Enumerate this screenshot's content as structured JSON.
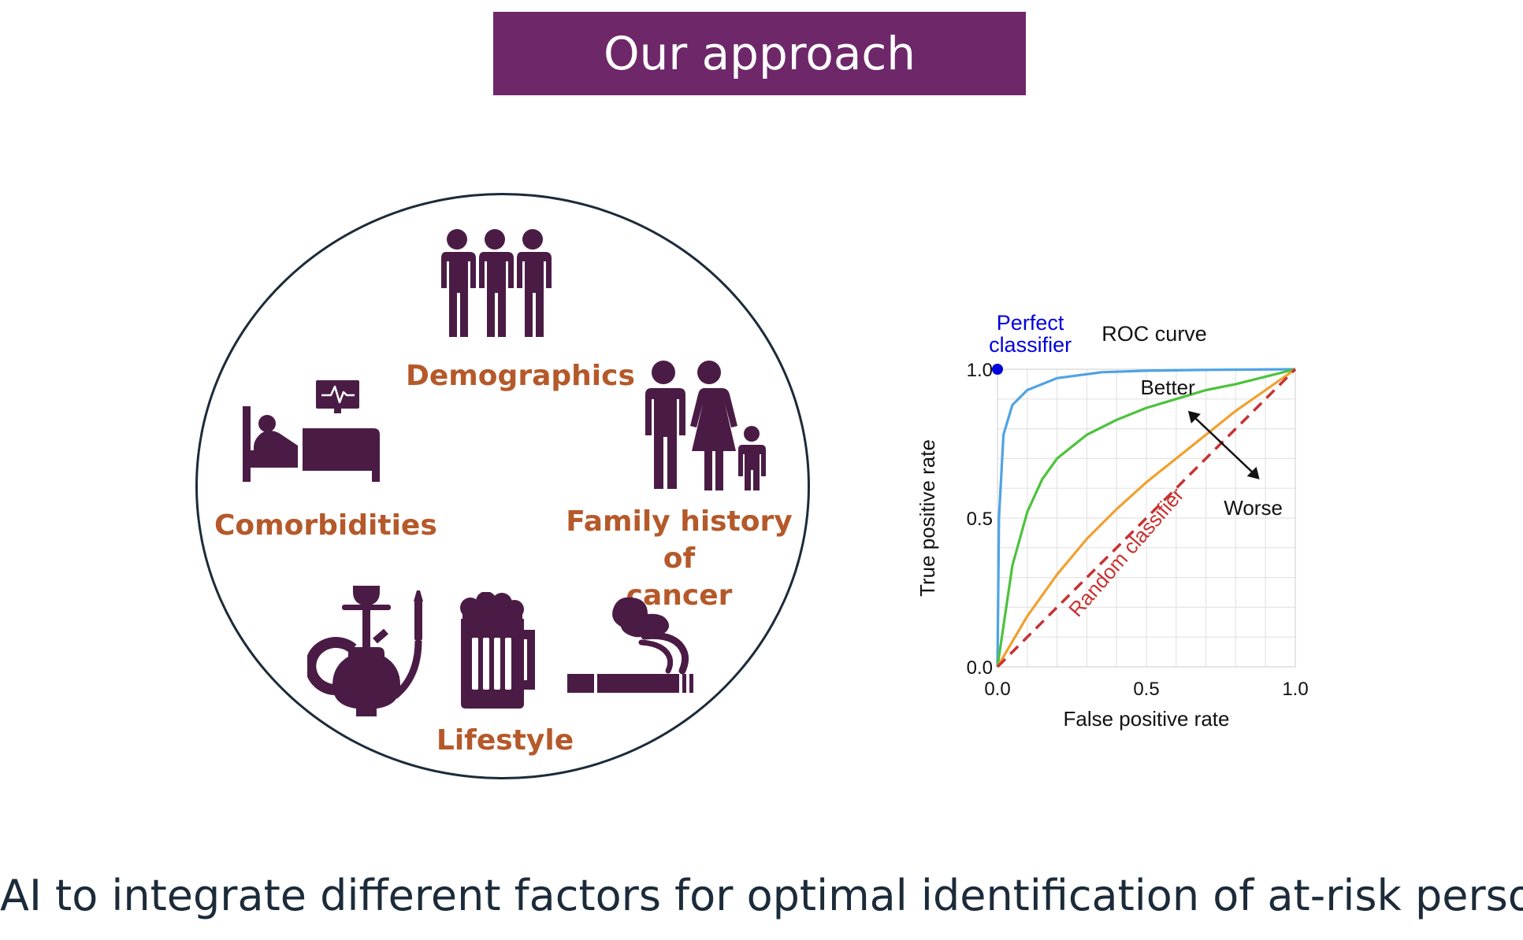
{
  "banner": {
    "title": "Our approach"
  },
  "factors": {
    "demographics": "Demographics",
    "family_line1": "Family history of",
    "family_line2": "cancer",
    "comorbidities": "Comorbidities",
    "lifestyle": "Lifestyle"
  },
  "icons": {
    "demographics": "people-group-icon",
    "family": "family-icon",
    "comorbidities": "hospital-bed-monitor-icon",
    "hookah": "hookah-icon",
    "beer": "beer-mug-icon",
    "cigarette": "cigarette-smoke-icon"
  },
  "colors": {
    "banner": "#6e2769",
    "icon": "#4a1c45",
    "label": "#b5592a",
    "text": "#1c2b3a",
    "perfect": "#0000dd",
    "random": "#c83232",
    "curve_best": "#4ea3e6",
    "curve_better": "#4cc23c",
    "curve_worse": "#f0a030"
  },
  "chart_data": {
    "type": "line",
    "title": "ROC curve",
    "xlabel": "False positive rate",
    "ylabel": "True positive rate",
    "xlim": [
      0,
      1
    ],
    "ylim": [
      0,
      1
    ],
    "grid": true,
    "xticks": [
      "0.0",
      "0.5",
      "1.0"
    ],
    "yticks": [
      "0.0",
      "0.5",
      "1.0"
    ],
    "series": [
      {
        "x": [
          0,
          0.005,
          0.02,
          0.05,
          0.1,
          0.2,
          0.35,
          0.5,
          0.7,
          1.0
        ],
        "y": [
          0,
          0.5,
          0.78,
          0.88,
          0.93,
          0.97,
          0.99,
          0.995,
          0.998,
          1.0
        ]
      },
      {
        "x": [
          0,
          0.05,
          0.1,
          0.15,
          0.2,
          0.3,
          0.4,
          0.5,
          0.6,
          0.7,
          0.8,
          0.9,
          1.0
        ],
        "y": [
          0,
          0.34,
          0.52,
          0.63,
          0.7,
          0.78,
          0.83,
          0.87,
          0.9,
          0.93,
          0.95,
          0.975,
          1.0
        ]
      },
      {
        "x": [
          0,
          0.1,
          0.2,
          0.3,
          0.4,
          0.5,
          0.6,
          0.7,
          0.8,
          0.9,
          1.0
        ],
        "y": [
          0,
          0.17,
          0.31,
          0.43,
          0.53,
          0.62,
          0.7,
          0.78,
          0.86,
          0.93,
          1.0
        ]
      },
      {
        "x": [
          0,
          1
        ],
        "y": [
          0,
          1
        ]
      }
    ],
    "perfect_point": {
      "x": 0,
      "y": 1
    },
    "annotations": {
      "perfect_line1": "Perfect",
      "perfect_line2": "classifier",
      "better": "Better",
      "worse": "Worse",
      "random": "Random classifier"
    }
  },
  "footer": {
    "text": "AI to integrate different factors for optimal identification of at-risk persons"
  }
}
